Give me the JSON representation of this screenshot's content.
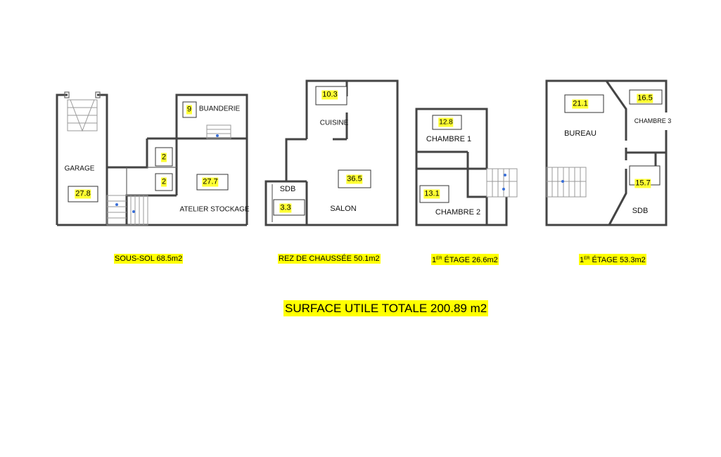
{
  "plans": [
    {
      "caption": "SOUS-SOL   68.5m2",
      "rooms": [
        {
          "label": "GARAGE",
          "area": "27.8"
        },
        {
          "label": "BUANDERIE",
          "area": "9"
        },
        {
          "label": "",
          "area": "2"
        },
        {
          "label": "",
          "area": "2"
        },
        {
          "label": "ATELIER STOCKAGE",
          "area": "27.7"
        }
      ]
    },
    {
      "caption": "REZ DE CHAUSSÉE  50.1m2",
      "rooms": [
        {
          "label": "CUISINE",
          "area": "10.3"
        },
        {
          "label": "SALON",
          "area": "36.5"
        },
        {
          "label": "SDB",
          "area": "3.3"
        }
      ]
    },
    {
      "caption_prefix": "1",
      "caption_sup": "ER",
      "caption": " ÉTAGE  26.6m2",
      "rooms": [
        {
          "label": "CHAMBRE 1",
          "area": "12.8"
        },
        {
          "label": "CHAMBRE 2",
          "area": "13.1"
        }
      ]
    },
    {
      "caption_prefix": "1",
      "caption_sup": "ER",
      "caption": " ÉTAGE 53.3m2",
      "rooms": [
        {
          "label": "BUREAU",
          "area": "21.1"
        },
        {
          "label": "CHAMBRE 3",
          "area": "16.5"
        },
        {
          "label": "SDB",
          "area": "15.7"
        }
      ]
    }
  ],
  "total": "SURFACE UTILE TOTALE 200.89 m2"
}
